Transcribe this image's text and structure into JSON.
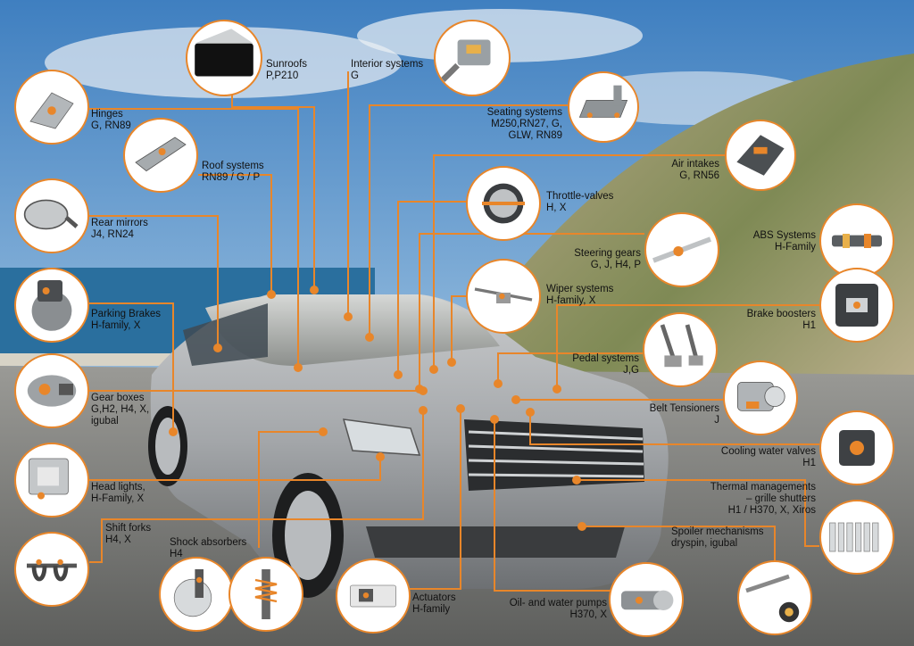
{
  "colors": {
    "accent": "#e8862a",
    "sky": "#4f8fc9",
    "sea": "#2a6f9e",
    "car": "#a9abad"
  },
  "callouts": [
    {
      "id": "sunroofs",
      "icon": "sunroof-icon",
      "lines": [
        "Sunroofs",
        "P,P210"
      ]
    },
    {
      "id": "interior-systems",
      "icon": "interior-part-icon",
      "lines": [
        "Interior systems",
        "G"
      ]
    },
    {
      "id": "hinges",
      "icon": "hinge-icon",
      "lines": [
        "Hinges",
        "G, RN89"
      ]
    },
    {
      "id": "seating-systems",
      "icon": "seat-frame-icon",
      "lines": [
        "Seating systems",
        "M250,RN27, G,",
        "GLW, RN89"
      ]
    },
    {
      "id": "roof-systems",
      "icon": "roof-bracket-icon",
      "lines": [
        "Roof systems",
        "RN89 / G / P"
      ]
    },
    {
      "id": "air-intakes",
      "icon": "air-intake-icon",
      "lines": [
        "Air intakes",
        "G, RN56"
      ]
    },
    {
      "id": "throttle-valves",
      "icon": "throttle-valve-icon",
      "lines": [
        "Throttle-valves",
        "H, X"
      ]
    },
    {
      "id": "rear-mirrors",
      "icon": "mirror-icon",
      "lines": [
        "Rear mirrors",
        "J4, RN24"
      ]
    },
    {
      "id": "abs-systems",
      "icon": "abs-unit-icon",
      "lines": [
        "ABS Systems",
        "H-Family"
      ]
    },
    {
      "id": "steering-gears",
      "icon": "steering-gear-icon",
      "lines": [
        "Steering gears",
        "G, J, H4, P"
      ]
    },
    {
      "id": "parking-brakes",
      "icon": "parking-brake-icon",
      "lines": [
        "Parking Brakes",
        "H-family, X"
      ]
    },
    {
      "id": "wiper-systems",
      "icon": "wiper-icon",
      "lines": [
        "Wiper systems",
        "H-family, X"
      ]
    },
    {
      "id": "brake-boosters",
      "icon": "brake-booster-icon",
      "lines": [
        "Brake boosters",
        "H1"
      ]
    },
    {
      "id": "pedal-systems",
      "icon": "pedal-icon",
      "lines": [
        "Pedal systems",
        "J,G"
      ]
    },
    {
      "id": "gear-boxes",
      "icon": "gearbox-icon",
      "lines": [
        "Gear boxes",
        "G,H2, H4, X,",
        "igubal"
      ]
    },
    {
      "id": "belt-tensioners",
      "icon": "belt-tensioner-icon",
      "lines": [
        "Belt Tensioners",
        "J"
      ]
    },
    {
      "id": "cooling-water-valves",
      "icon": "cooling-valve-icon",
      "lines": [
        "Cooling water valves",
        "H1"
      ]
    },
    {
      "id": "head-lights",
      "icon": "headlight-icon",
      "lines": [
        "Head lights,",
        "H-Family, X"
      ]
    },
    {
      "id": "thermal-managements",
      "icon": "grille-shutter-icon",
      "lines": [
        "Thermal managements",
        "– grille shutters",
        "H1 / H370, X, Xiros"
      ]
    },
    {
      "id": "shift-forks",
      "icon": "shift-fork-icon",
      "lines": [
        "Shift forks",
        "H4, X"
      ]
    },
    {
      "id": "shock-absorbers",
      "icon": "shock-absorber-icon",
      "lines": [
        "Shock absorbers",
        "H4"
      ]
    },
    {
      "id": "spoiler-mechanisms",
      "icon": "spoiler-mechanism-icon",
      "lines": [
        "Spoiler mechanisms",
        "dryspin, igubal"
      ]
    },
    {
      "id": "actuators",
      "icon": "actuator-icon",
      "lines": [
        "Actuators",
        "H-family"
      ]
    },
    {
      "id": "oil-water-pumps",
      "icon": "pump-icon",
      "lines": [
        "Oil- and water pumps",
        "H370, X"
      ]
    }
  ]
}
